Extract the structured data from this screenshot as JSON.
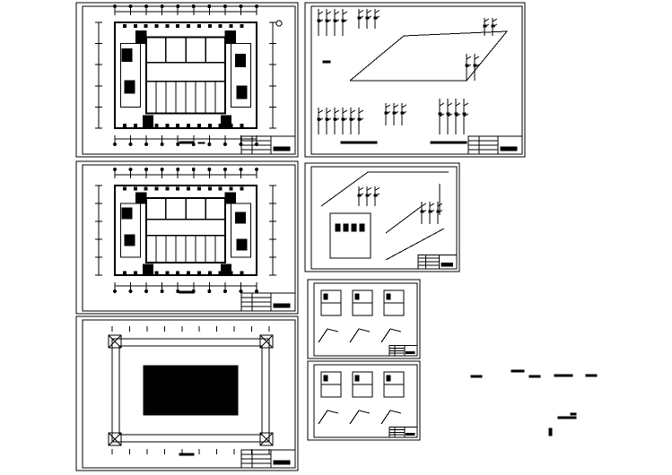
{
  "colors": {
    "background": "#ffffff",
    "ink": "#000000"
  },
  "sheets": [
    {
      "kind": "floor-plan"
    },
    {
      "kind": "isometric-piping"
    },
    {
      "kind": "floor-plan"
    },
    {
      "kind": "isometric-piping"
    },
    {
      "kind": "roof-plan"
    },
    {
      "kind": "detail"
    },
    {
      "kind": "detail"
    }
  ]
}
